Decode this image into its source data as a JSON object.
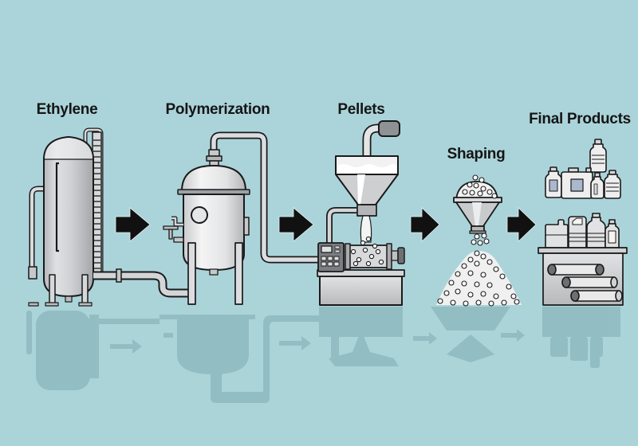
{
  "diagram": {
    "title": "Polyethylene production process",
    "colors": {
      "background": "#abd4da",
      "outline": "#1a1a1a",
      "metal_light": "#e6e7e8",
      "metal_mid": "#b9bbbd",
      "metal_dark": "#7d8084",
      "arrow": "#111111",
      "reflection": "#8bb5bb"
    },
    "stages": [
      {
        "id": "ethylene",
        "label": "Ethylene",
        "icon": "storage-tank-icon"
      },
      {
        "id": "polymerization",
        "label": "Polymerization",
        "icon": "reactor-vessel-icon"
      },
      {
        "id": "pellets",
        "label": "Pellets",
        "icon": "extruder-hopper-icon"
      },
      {
        "id": "shaping",
        "label": "Shaping",
        "icon": "funnel-pellets-icon"
      },
      {
        "id": "final-products",
        "label": "Final Products",
        "icon": "bottles-and-pipes-icon"
      }
    ],
    "flow": [
      {
        "from": "ethylene",
        "to": "polymerization",
        "icon": "arrow-right-icon"
      },
      {
        "from": "polymerization",
        "to": "pellets",
        "icon": "arrow-right-icon"
      },
      {
        "from": "pellets",
        "to": "shaping",
        "icon": "arrow-right-icon"
      },
      {
        "from": "shaping",
        "to": "final-products",
        "icon": "arrow-right-icon"
      }
    ]
  }
}
